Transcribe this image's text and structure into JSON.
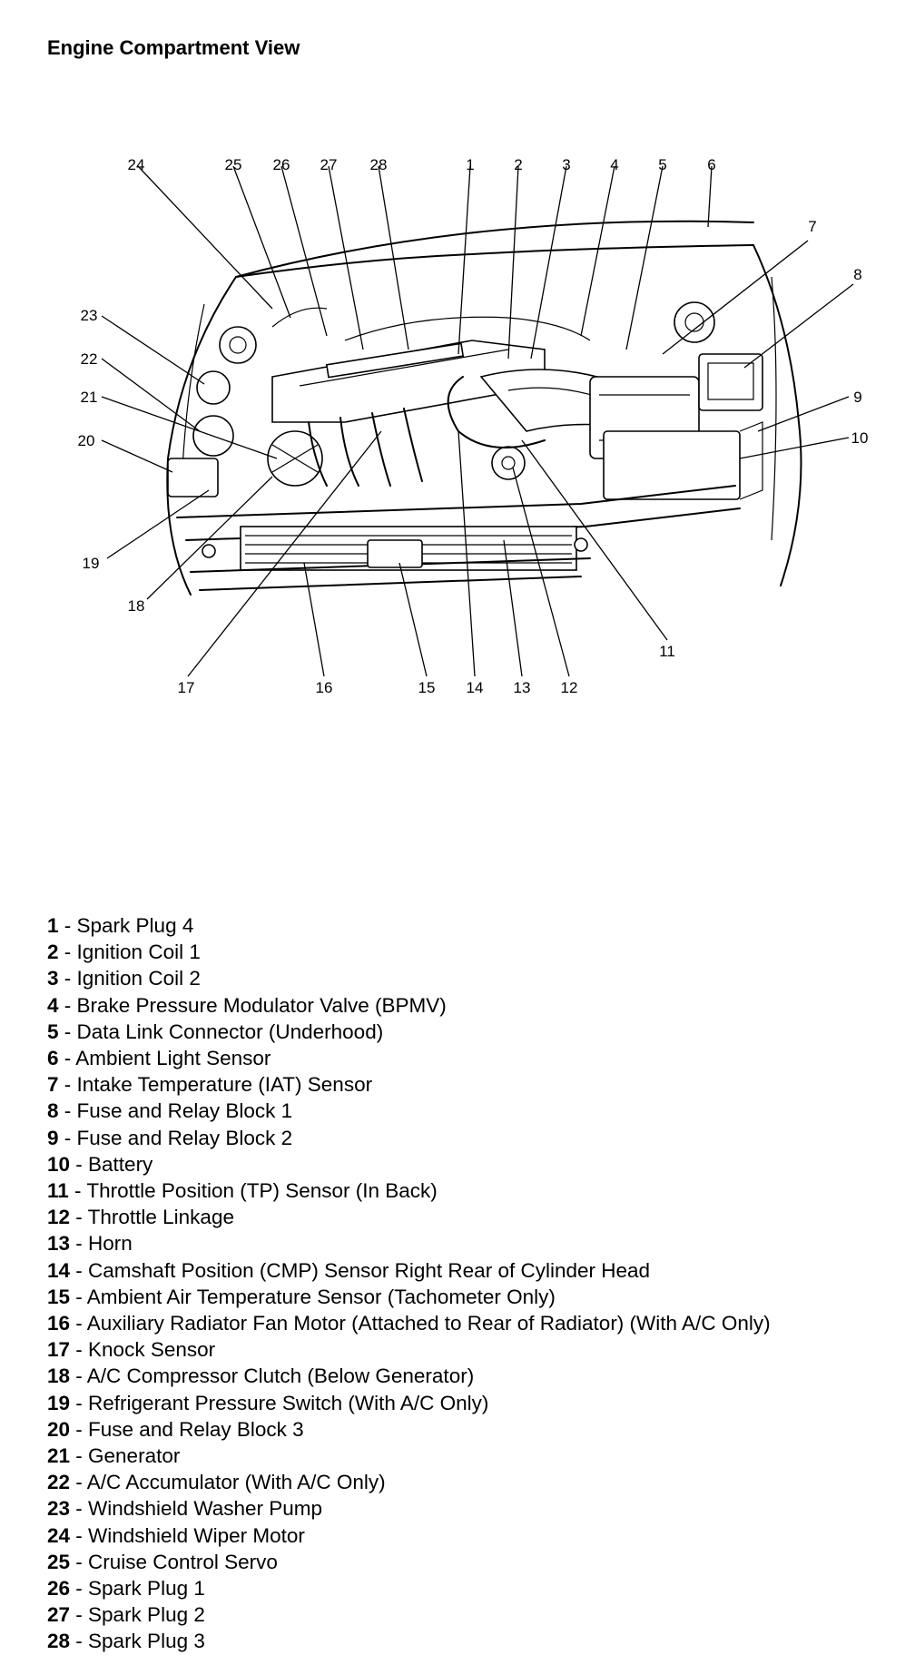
{
  "title": "Engine Compartment View",
  "legend": [
    {
      "num": "1",
      "label": "Spark Plug 4"
    },
    {
      "num": "2",
      "label": "Ignition Coil 1"
    },
    {
      "num": "3",
      "label": "Ignition Coil 2"
    },
    {
      "num": "4",
      "label": "Brake Pressure Modulator Valve (BPMV)"
    },
    {
      "num": "5",
      "label": "Data Link Connector (Underhood)"
    },
    {
      "num": "6",
      "label": "Ambient Light Sensor"
    },
    {
      "num": "7",
      "label": "Intake Temperature (IAT) Sensor"
    },
    {
      "num": "8",
      "label": "Fuse and Relay Block 1"
    },
    {
      "num": "9",
      "label": "Fuse and Relay Block 2"
    },
    {
      "num": "10",
      "label": "Battery"
    },
    {
      "num": "11",
      "label": "Throttle Position (TP) Sensor (In Back)"
    },
    {
      "num": "12",
      "label": "Throttle Linkage"
    },
    {
      "num": "13",
      "label": "Horn"
    },
    {
      "num": "14",
      "label": "Camshaft Position (CMP) Sensor Right Rear of Cylinder Head"
    },
    {
      "num": "15",
      "label": "Ambient Air Temperature Sensor (Tachometer Only)"
    },
    {
      "num": "16",
      "label": "Auxiliary Radiator Fan Motor (Attached to Rear of Radiator) (With A/C Only)"
    },
    {
      "num": "17",
      "label": "Knock Sensor"
    },
    {
      "num": "18",
      "label": "A/C Compressor Clutch (Below Generator)"
    },
    {
      "num": "19",
      "label": "Refrigerant Pressure Switch (With A/C Only)"
    },
    {
      "num": "20",
      "label": "Fuse and Relay Block 3"
    },
    {
      "num": "21",
      "label": "Generator"
    },
    {
      "num": "22",
      "label": "A/C Accumulator (With A/C Only)"
    },
    {
      "num": "23",
      "label": "Windshield Washer Pump"
    },
    {
      "num": "24",
      "label": "Windshield Wiper Motor"
    },
    {
      "num": "25",
      "label": "Cruise Control Servo"
    },
    {
      "num": "26",
      "label": "Spark Plug 1"
    },
    {
      "num": "27",
      "label": "Spark Plug 2"
    },
    {
      "num": "28",
      "label": "Spark Plug 3"
    }
  ],
  "callouts": [
    "1",
    "2",
    "3",
    "4",
    "5",
    "6",
    "7",
    "8",
    "9",
    "10",
    "11",
    "12",
    "13",
    "14",
    "15",
    "16",
    "17",
    "18",
    "19",
    "20",
    "21",
    "22",
    "23",
    "24",
    "25",
    "26",
    "27",
    "28"
  ]
}
